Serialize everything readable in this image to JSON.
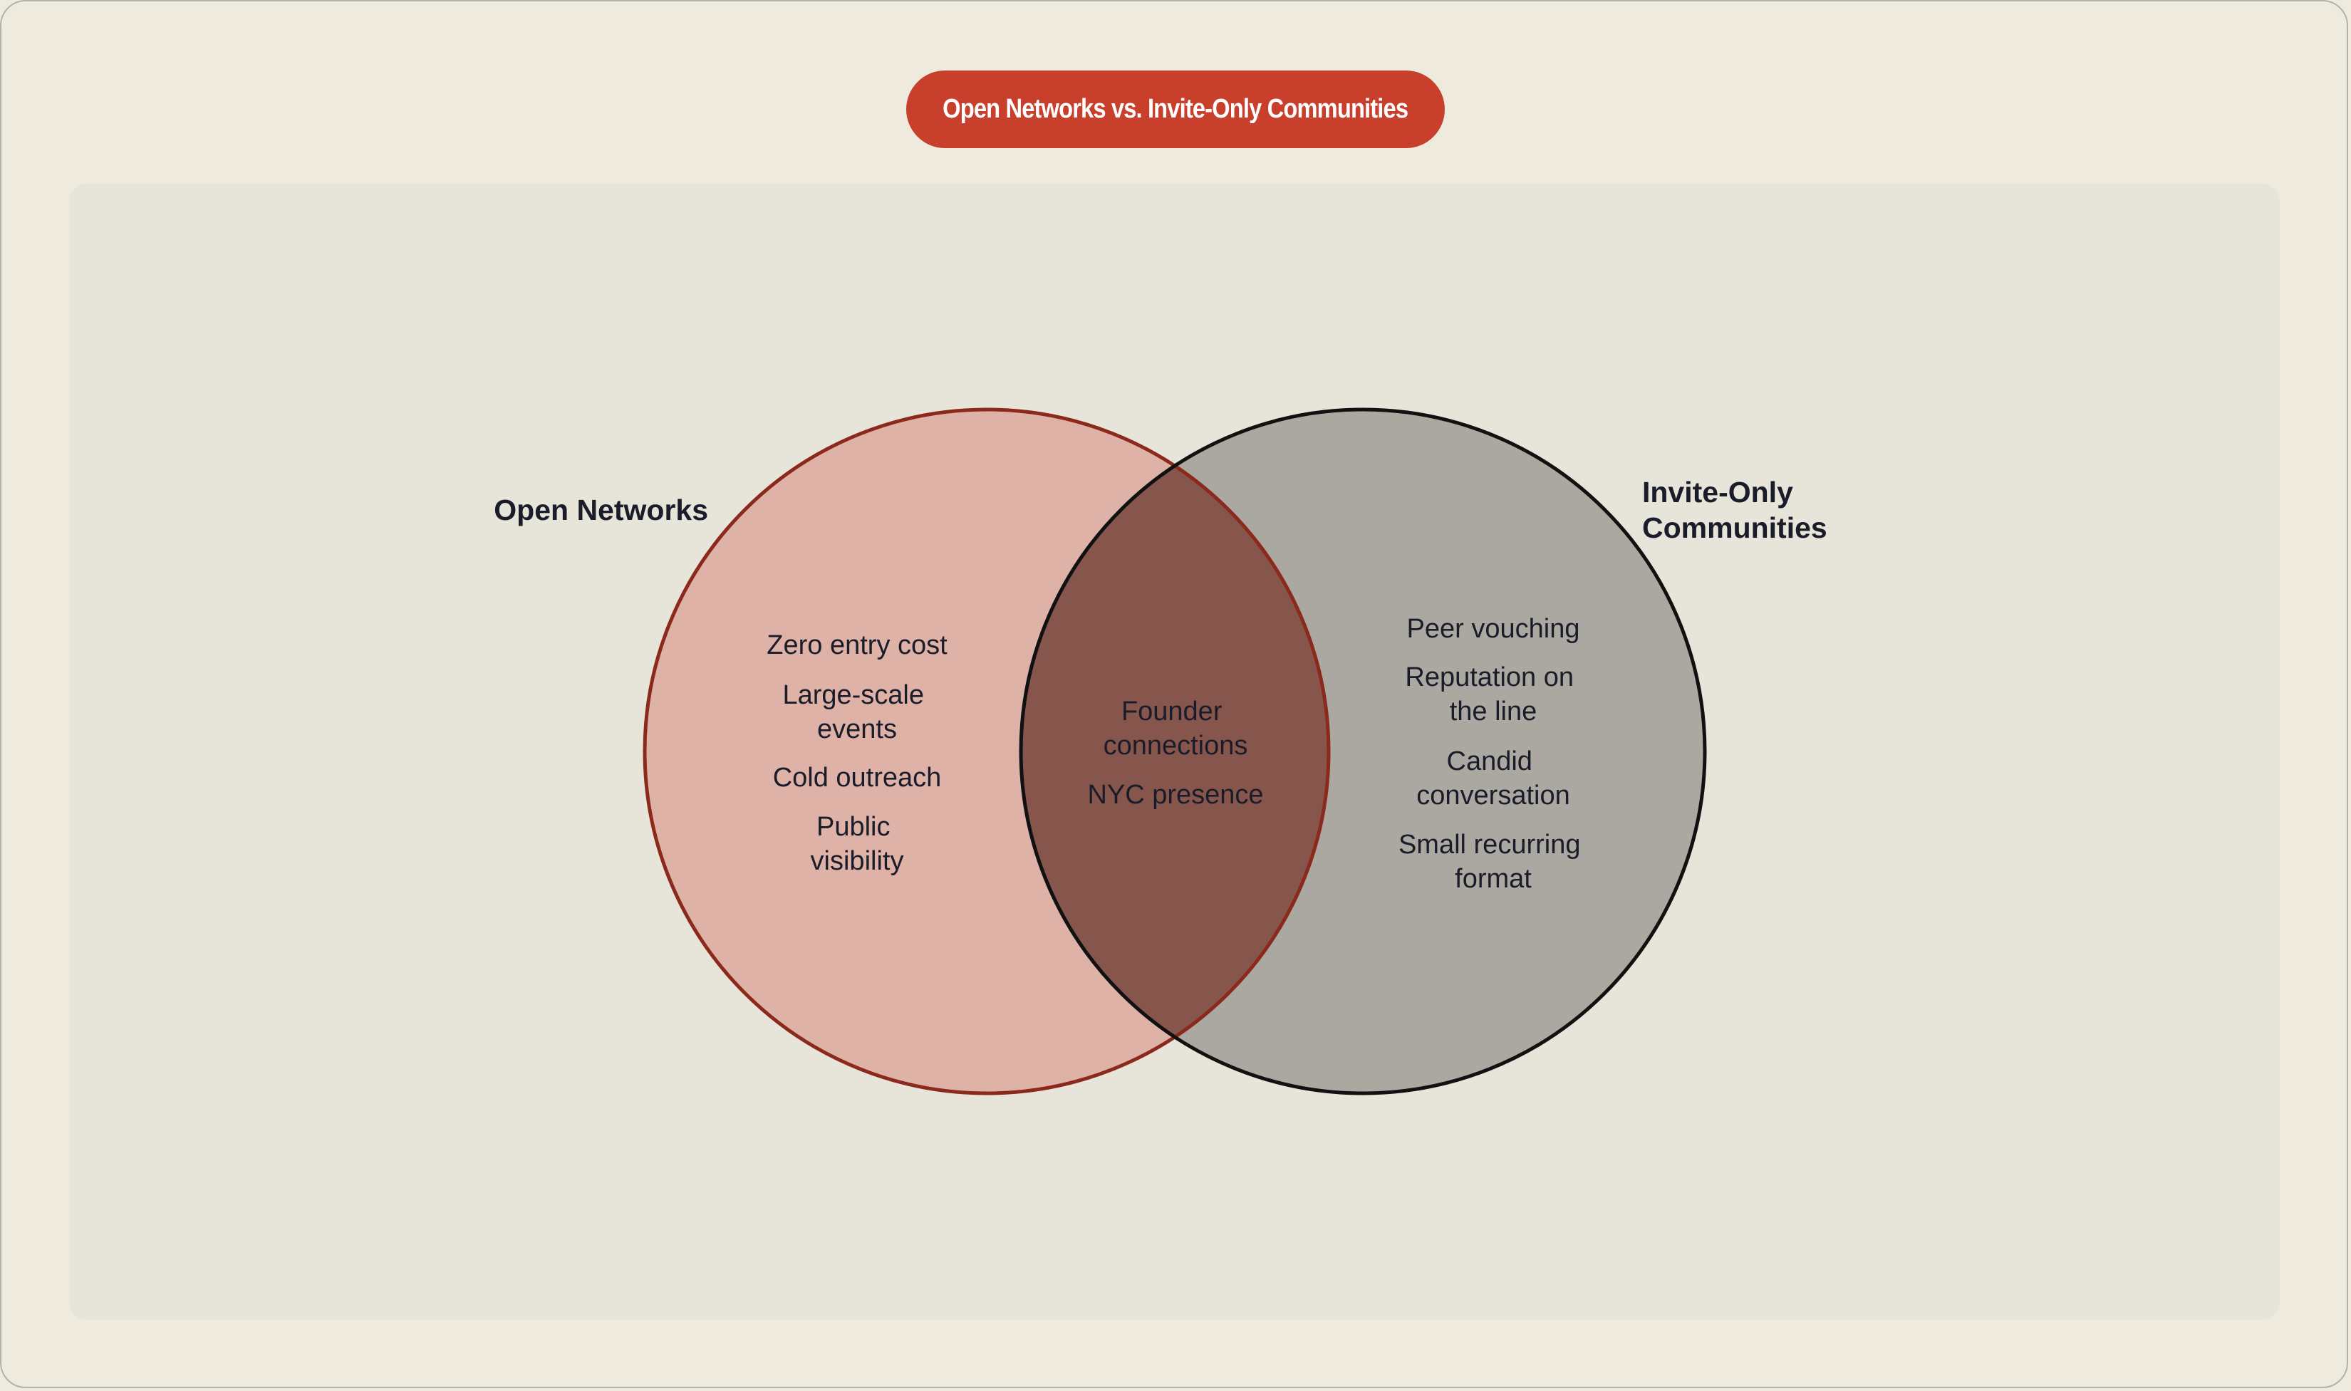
{
  "title": "Open Networks vs. Invite-Only Communities",
  "colors": {
    "accent": "#c83f2c",
    "left_fill": "#dfb2a7",
    "left_stroke": "#8b2a1c",
    "right_fill": "#aaa8a0",
    "right_stroke": "#111111",
    "overlap_fill": "#86554b",
    "panel": "#e7e5da",
    "background": "#eeebde"
  },
  "sets": {
    "left": {
      "label": "Open Networks",
      "items": [
        {
          "lines": [
            "Zero entry cost"
          ]
        },
        {
          "lines": [
            "Large-scale",
            "events"
          ]
        },
        {
          "lines": [
            "Cold outreach"
          ]
        },
        {
          "lines": [
            "Public",
            "visibility"
          ]
        }
      ]
    },
    "right": {
      "label_lines": [
        "Invite-Only",
        "Communities"
      ],
      "items": [
        {
          "lines": [
            "Peer vouching"
          ]
        },
        {
          "lines": [
            "Reputation on",
            "the line"
          ]
        },
        {
          "lines": [
            "Candid",
            "conversation"
          ]
        },
        {
          "lines": [
            "Small recurring",
            "format"
          ]
        }
      ]
    },
    "overlap": {
      "items": [
        {
          "lines": [
            "Founder",
            "connections"
          ]
        },
        {
          "lines": [
            "NYC presence"
          ]
        }
      ]
    }
  }
}
